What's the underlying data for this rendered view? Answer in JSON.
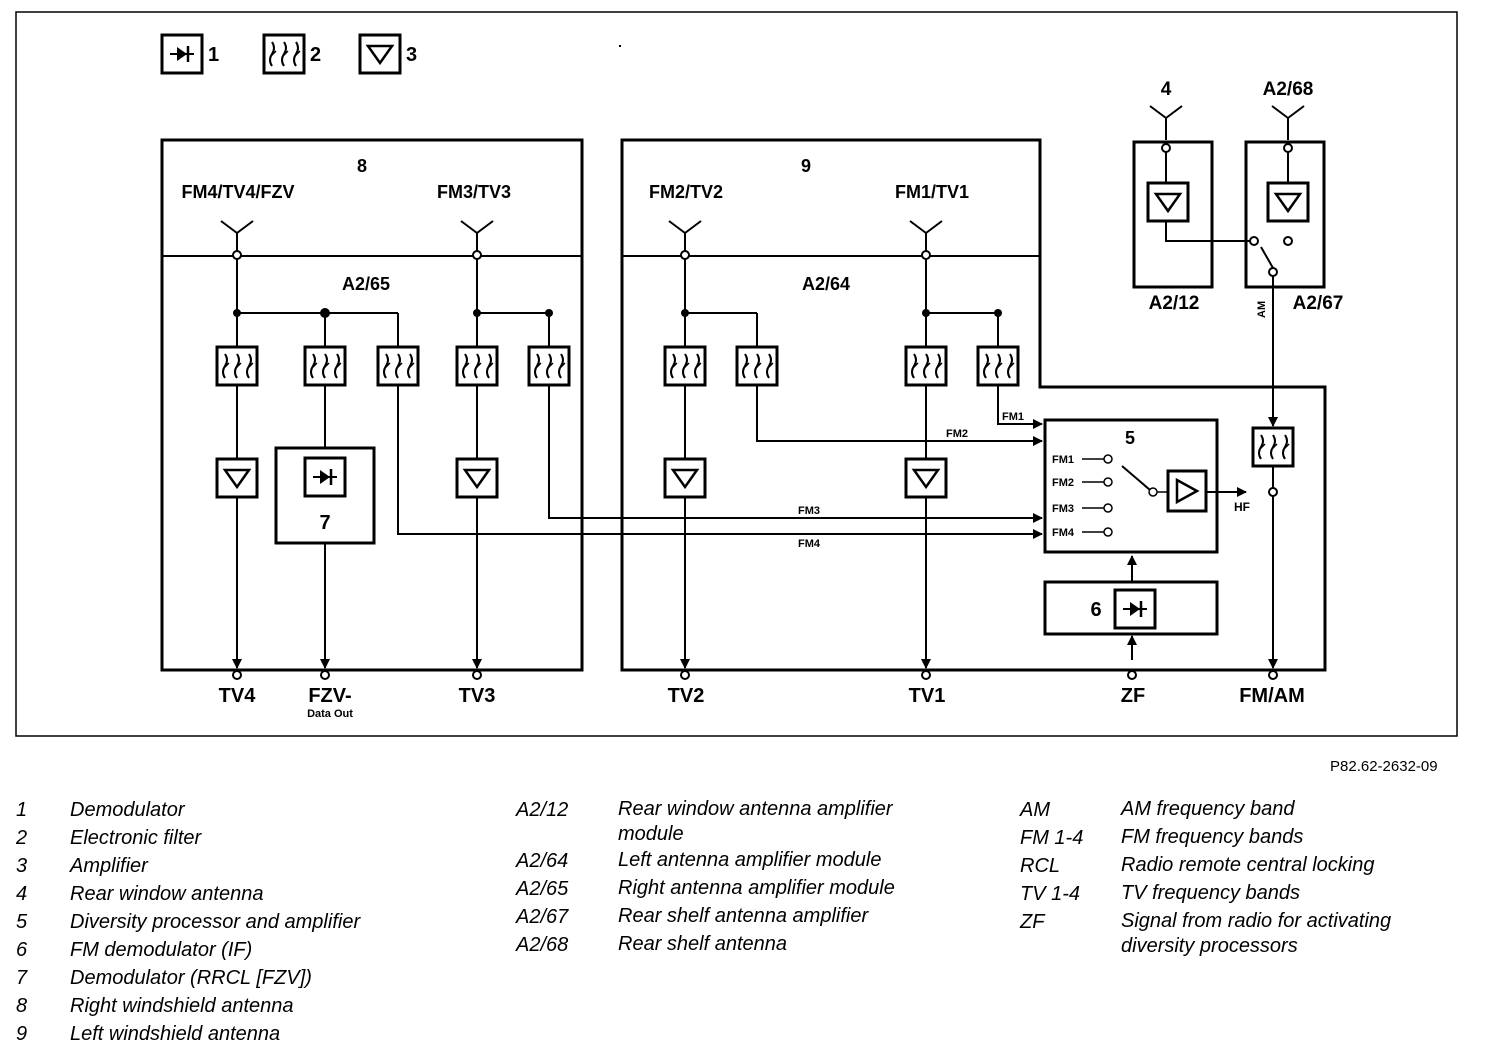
{
  "symbol_key": [
    {
      "icon": "demodulator-icon",
      "number": "1"
    },
    {
      "icon": "filter-icon",
      "number": "2"
    },
    {
      "icon": "amplifier-icon",
      "number": "3"
    }
  ],
  "blocks": {
    "right_windshield": {
      "number": "8",
      "module": "A2/65",
      "antenna_a": "FM4/TV4/FZV",
      "antenna_b": "FM3/TV3"
    },
    "left_windshield": {
      "number": "9",
      "module": "A2/64",
      "antenna_a": "FM2/TV2",
      "antenna_b": "FM1/TV1"
    },
    "rear_window": {
      "antenna": "4",
      "module": "A2/12"
    },
    "rear_shelf": {
      "antenna": "A2/68",
      "module": "A2/67",
      "am_label": "AM"
    },
    "diversity_processor": {
      "number": "5",
      "inputs": [
        "FM1",
        "FM2",
        "FM3",
        "FM4"
      ],
      "output": "HF"
    },
    "fm_demodulator": {
      "number": "6"
    },
    "rrcl_demodulator": {
      "number": "7"
    }
  },
  "wire_labels": {
    "fm1": "FM1",
    "fm2": "FM2",
    "fm3": "FM3",
    "fm4": "FM4"
  },
  "outputs": {
    "tv4": "TV4",
    "fzv": "FZV-",
    "fzv_sub": "Data Out",
    "tv3": "TV3",
    "tv2": "TV2",
    "tv1": "TV1",
    "zf": "ZF",
    "fmam": "FM/AM"
  },
  "reference": "P82.62-2632-09",
  "legend": {
    "col1": [
      {
        "key": "1",
        "text": "Demodulator"
      },
      {
        "key": "2",
        "text": "Electronic filter"
      },
      {
        "key": "3",
        "text": "Amplifier"
      },
      {
        "key": "4",
        "text": "Rear window antenna"
      },
      {
        "key": "5",
        "text": "Diversity processor and amplifier"
      },
      {
        "key": "6",
        "text": "FM demodulator (IF)"
      },
      {
        "key": "7",
        "text": "Demodulator (RRCL [FZV])"
      },
      {
        "key": "8",
        "text": "Right windshield antenna"
      },
      {
        "key": "9",
        "text": "Left windshield antenna"
      }
    ],
    "col2": [
      {
        "key": "A2/12",
        "text": "Rear window antenna amplifier module"
      },
      {
        "key": "A2/64",
        "text": "Left antenna amplifier module"
      },
      {
        "key": "A2/65",
        "text": "Right antenna amplifier module"
      },
      {
        "key": "A2/67",
        "text": "Rear shelf antenna amplifier"
      },
      {
        "key": "A2/68",
        "text": "Rear shelf antenna"
      }
    ],
    "col3": [
      {
        "key": "AM",
        "text": "AM frequency band"
      },
      {
        "key": "FM 1-4",
        "text": "FM frequency bands"
      },
      {
        "key": "RCL",
        "text": "Radio remote central locking"
      },
      {
        "key": "TV 1-4",
        "text": "TV frequency bands"
      },
      {
        "key": "ZF",
        "text": "Signal from radio for activating diversity processors"
      }
    ]
  }
}
